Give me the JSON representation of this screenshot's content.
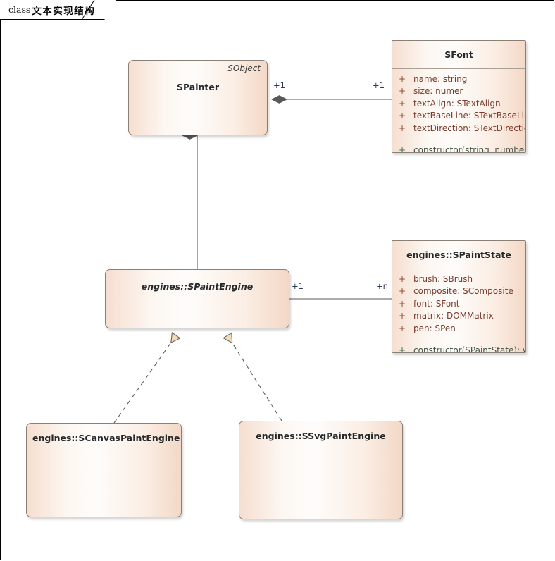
{
  "diagram": {
    "tab_prefix": "class",
    "tab_title": "文本实现结构"
  },
  "colors": {
    "box_border": "#8a8075",
    "box_fill_light": "#fefcfa",
    "box_fill_dark": "#f3d8c6",
    "attribute_text": "#7a3b2c",
    "method_text": "#3e5140",
    "title_text": "#26292b",
    "multiplicity_text": "#2b3a56",
    "diamond_fill": "#595959",
    "triangle_fill": "#f3dcb8",
    "connector_line": "#595959"
  },
  "classes": {
    "spainter": {
      "name": "SPainter",
      "stereotype": "SObject",
      "abstract": false
    },
    "sfont": {
      "name": "SFont",
      "abstract": false,
      "attributes": [
        {
          "visibility": "+",
          "text": "name: string"
        },
        {
          "visibility": "+",
          "text": "size: numer"
        },
        {
          "visibility": "+",
          "text": "textAlign: STextAlign"
        },
        {
          "visibility": "+",
          "text": "textBaseLine: STextBaseLine"
        },
        {
          "visibility": "+",
          "text": "textDirection: STextDirection"
        }
      ],
      "methods": [
        {
          "visibility": "+",
          "text": "constructor(string, number): void"
        }
      ]
    },
    "spaintengine": {
      "name": "engines::SPaintEngine",
      "abstract": true
    },
    "spaintstate": {
      "name": "engines::SPaintState",
      "abstract": false,
      "attributes": [
        {
          "visibility": "+",
          "text": "brush: SBrush"
        },
        {
          "visibility": "+",
          "text": "composite: SComposite"
        },
        {
          "visibility": "+",
          "text": "font: SFont"
        },
        {
          "visibility": "+",
          "text": "matrix: DOMMatrix"
        },
        {
          "visibility": "+",
          "text": "pen: SPen"
        }
      ],
      "methods": [
        {
          "visibility": "+",
          "text": "constructor(SPaintState): void"
        }
      ]
    },
    "scanvaspaintengine": {
      "name": "engines::SCanvasPaintEngine",
      "abstract": false
    },
    "ssvgpaintengine": {
      "name": "engines::SSvgPaintEngine",
      "abstract": false
    }
  },
  "relations": {
    "painter_font": {
      "kind": "composition",
      "source_multiplicity": "+1",
      "target_multiplicity": "+1"
    },
    "painter_engine": {
      "kind": "composition",
      "source_multiplicity": "",
      "target_multiplicity": ""
    },
    "engine_state": {
      "kind": "association",
      "source_multiplicity": "+1",
      "target_multiplicity": "+n"
    },
    "canvas_realize": {
      "kind": "realization"
    },
    "svg_realize": {
      "kind": "realization"
    }
  }
}
